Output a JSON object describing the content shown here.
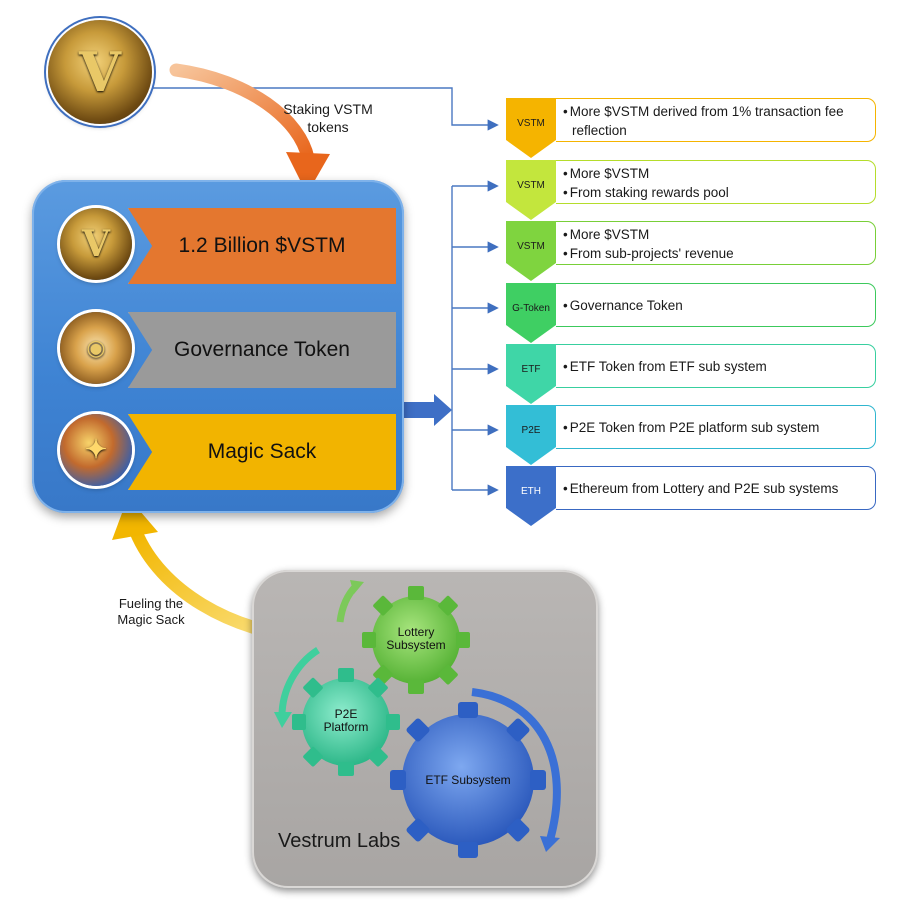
{
  "diagram": {
    "staking_label": "Staking VSTM\ntokens",
    "fueling_label": "Fueling the\nMagic Sack",
    "tokens": [
      {
        "label": "1.2 Billion $VSTM",
        "color": "#e4772f",
        "coin_icon": "vstm-coin-icon"
      },
      {
        "label": "Governance Token",
        "color": "#9a9a9a",
        "coin_icon": "governance-coin-icon"
      },
      {
        "label": "Magic Sack",
        "color": "#f2b400",
        "coin_icon": "magic-sack-icon"
      }
    ],
    "benefits": [
      {
        "badge": "VSTM",
        "badge_color": "#f5b400",
        "border": "#f5b400",
        "lines": [
          "More $VSTM derived from 1% transaction fee",
          "reflection"
        ],
        "bullets": [
          true,
          false
        ]
      },
      {
        "badge": "VSTM",
        "badge_color": "#c3e63d",
        "border": "#b5dd2b",
        "lines": [
          "More $VSTM",
          "From staking rewards pool"
        ],
        "bullets": [
          true,
          true
        ]
      },
      {
        "badge": "VSTM",
        "badge_color": "#7fd43f",
        "border": "#78cf38",
        "lines": [
          "More $VSTM",
          "From sub-projects' revenue"
        ],
        "bullets": [
          true,
          true
        ]
      },
      {
        "badge": "G-Token",
        "badge_color": "#3fcf63",
        "border": "#3cc95c",
        "lines": [
          "Governance Token"
        ],
        "bullets": [
          true
        ]
      },
      {
        "badge": "ETF",
        "badge_color": "#3fd6a7",
        "border": "#38cf9f",
        "lines": [
          "ETF Token from ETF sub system"
        ],
        "bullets": [
          true
        ]
      },
      {
        "badge": "P2E",
        "badge_color": "#33bed6",
        "border": "#30b6cf",
        "lines": [
          "P2E Token from P2E platform sub system"
        ],
        "bullets": [
          true
        ]
      },
      {
        "badge": "ETH",
        "badge_color": "#3c6fc9",
        "border": "#3968c2",
        "lines": [
          "Ethereum from Lottery and P2E sub systems"
        ],
        "bullets": [
          true
        ]
      }
    ],
    "labs": {
      "title": "Vestrum Labs",
      "gears": [
        {
          "label": "Lottery\nSubsystem",
          "color": "#6cc24a"
        },
        {
          "label": "P2E\nPlatform",
          "color": "#3dc79c"
        },
        {
          "label": "ETF Subsystem",
          "color": "#3a6fd2"
        }
      ]
    }
  }
}
